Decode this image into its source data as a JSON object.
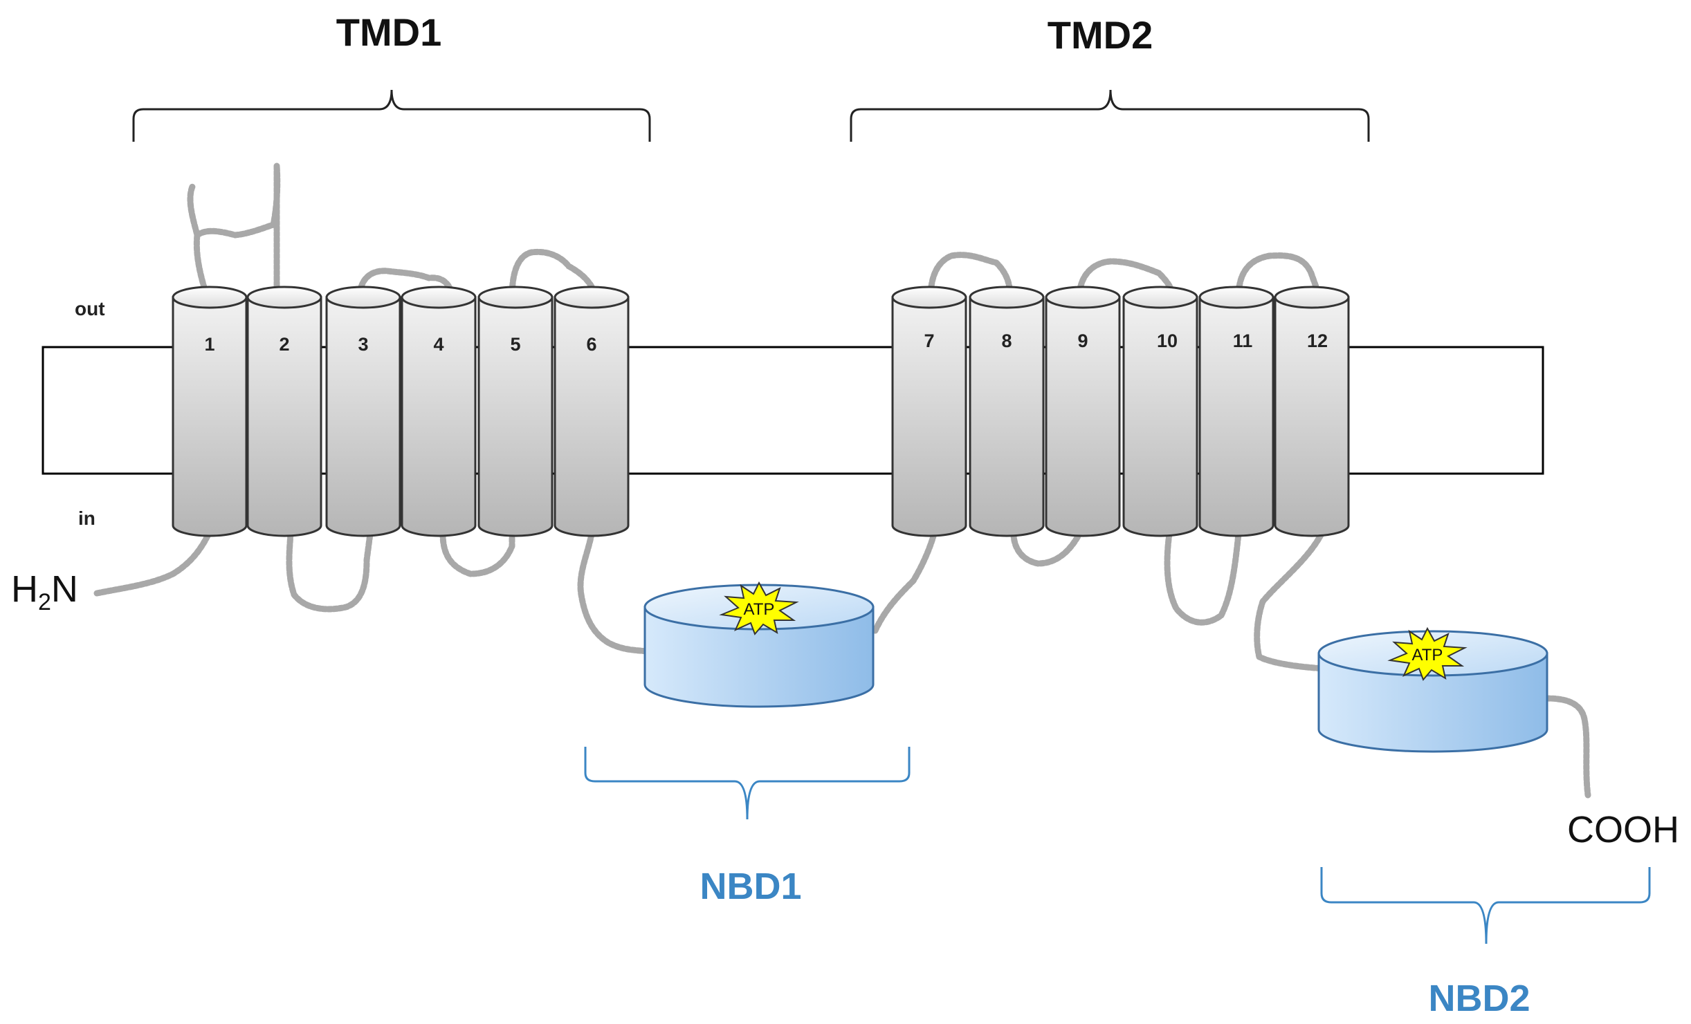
{
  "domains": {
    "tmd1": "TMD1",
    "tmd2": "TMD2",
    "nbd1": "NBD1",
    "nbd2": "NBD2"
  },
  "membrane": {
    "out_label": "out",
    "in_label": "in"
  },
  "termini": {
    "n_main": "H",
    "n_sub": "2",
    "n_tail": "N",
    "c_label": "COOH"
  },
  "helices": [
    "1",
    "2",
    "3",
    "4",
    "5",
    "6",
    "7",
    "8",
    "9",
    "10",
    "11",
    "12"
  ],
  "atp_label": "ATP",
  "colors": {
    "tmd_label": "#111111",
    "nbd_label": "#3b86c4",
    "chain": "#a8a8a8",
    "helix_fill": "#d8d8d8",
    "nbd_fill": "#bcdaf7",
    "atp_fill": "#ffff00"
  }
}
